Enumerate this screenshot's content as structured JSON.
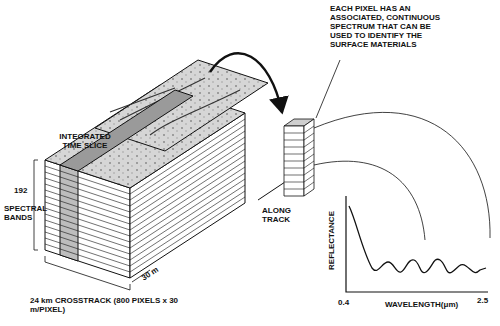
{
  "diagram": {
    "labels": [
      "EACH PIXEL HAS AN ASSOCIATED, CONTINUOUS SPECTRUM THAT CAN BE USED TO IDENTIFY THE SURFACE MATERIALS",
      "INTEGRATED TIME SLICE",
      "192",
      "SPECTRAL BANDS",
      "ALONG TRACK",
      "24 km CROSSTRACK (800 PIXELS x 30 m/PIXEL)",
      "30 m",
      "REFLECTANCE",
      "0.4",
      "WAVELENGTH(μm)",
      "2.5"
    ]
  }
}
